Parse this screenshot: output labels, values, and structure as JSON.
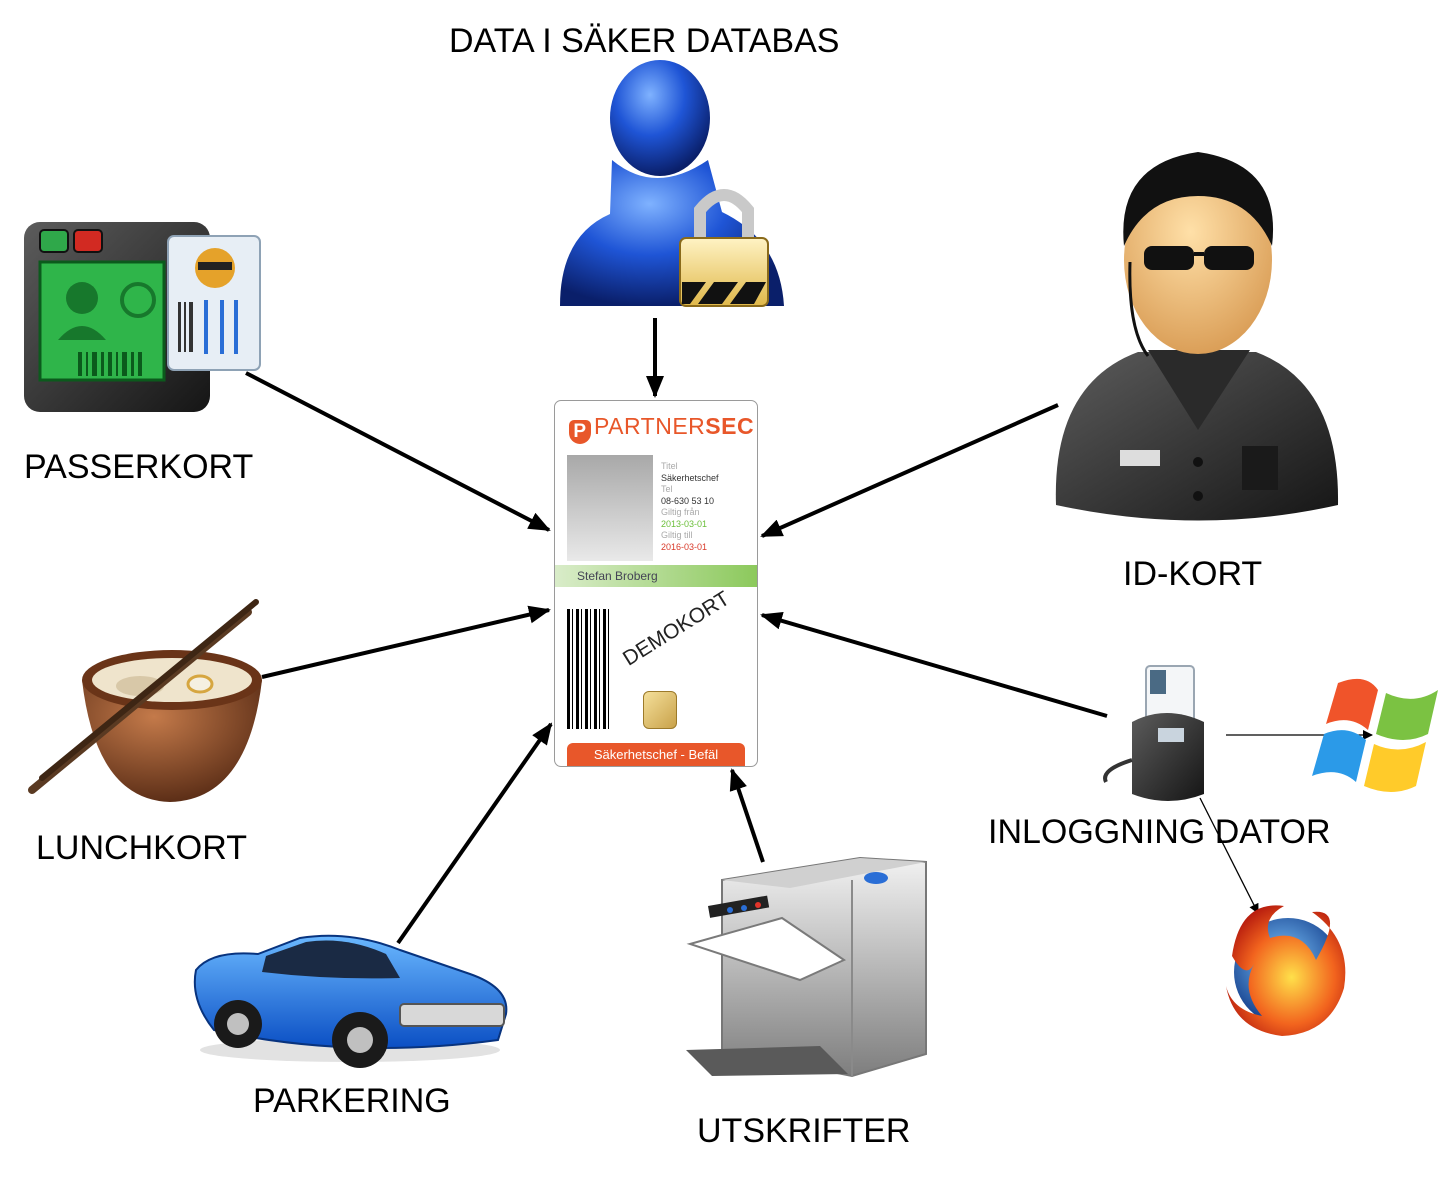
{
  "labels": {
    "database": "DATA I SÄKER DATABAS",
    "passerkort": "PASSERKORT",
    "idkort": "ID-KORT",
    "lunchkort": "LUNCHKORT",
    "inloggning": "INLOGGNING DATOR",
    "parkering": "PARKERING",
    "utskrifter": "UTSKRIFTER"
  },
  "card": {
    "brand_light": "PARTNER",
    "brand_bold": "SEC",
    "info_lines": [
      "Titel",
      "Säkerhetschef",
      "Tel",
      "08-630 53 10",
      "Giltig från",
      "2013-03-01",
      "Giltig till",
      "2016-03-01"
    ],
    "name": "Stefan Broberg",
    "watermark": "DEMOKORT",
    "role": "Säkerhetschef - Befäl"
  },
  "icons": {
    "database": "locked-user-icon",
    "passerkort": "access-card-reader-icon",
    "idkort": "security-guard-icon",
    "lunchkort": "noodle-bowl-icon",
    "inloggning": "smart-card-reader-icon",
    "windows": "windows-logo-icon",
    "firefox": "firefox-logo-icon",
    "parkering": "blue-car-icon",
    "utskrifter": "printer-icon"
  },
  "colors": {
    "brand": "#e8572a",
    "name_bar": "#8cc95c",
    "valid_from": "#6bbf3a",
    "valid_to": "#d93a2a",
    "arrow": "#000000"
  }
}
